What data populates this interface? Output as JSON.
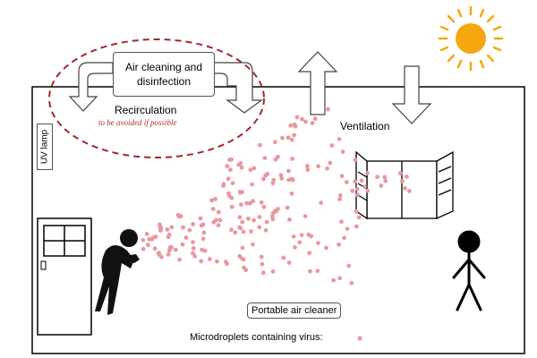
{
  "labels": {
    "air_cleaning_line1": "Air cleaning and",
    "air_cleaning_line2": "disinfection",
    "recirculation": "Recirculation",
    "recirculation_note": "to be avoided if  possible",
    "ventilation": "Ventilation",
    "uv_lamp": "UV lamp",
    "portable_air_cleaner": "Portable air cleaner",
    "legend": "Microdroplets containing virus:"
  },
  "colors": {
    "droplet": "#e8999e",
    "sun": "#f5a70f",
    "dashed_outline": "#a3262b",
    "note": "#a83232",
    "line": "#000000"
  },
  "icons": [
    "sun-icon",
    "door-icon",
    "window-icon",
    "coughing-person-icon",
    "standing-person-icon",
    "up-arrow-icon",
    "down-arrow-icon",
    "recirculation-arrow-icon"
  ]
}
